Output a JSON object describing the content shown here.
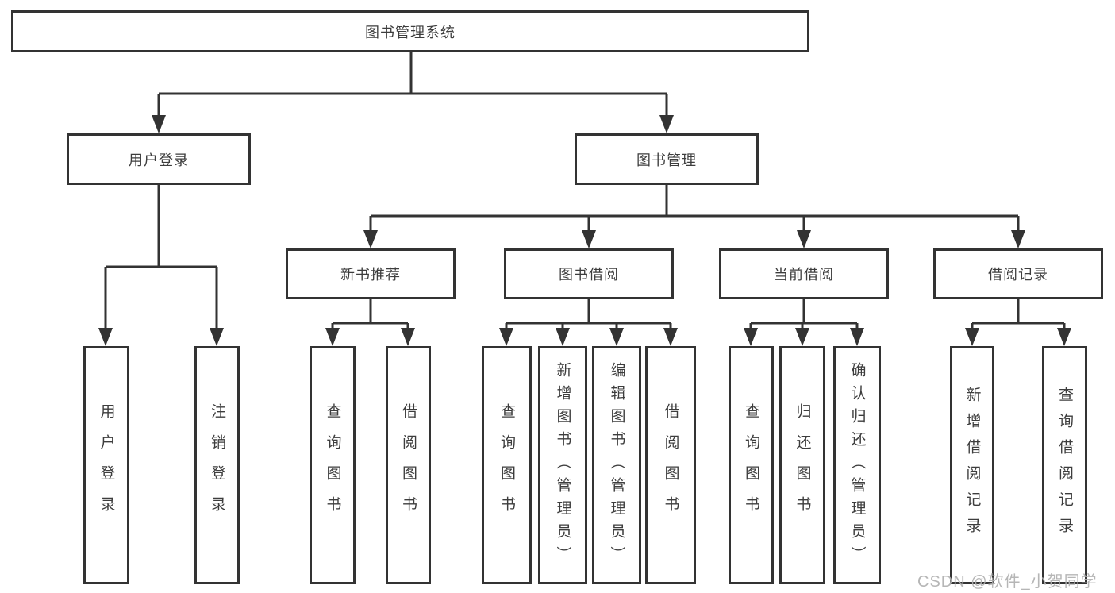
{
  "diagram_type": "hierarchy-tree",
  "colors": {
    "line": "#333333",
    "box_border": "#333333",
    "box_background": "#ffffff",
    "text": "#3d3d3d",
    "watermark_text": "#b0b0b0"
  },
  "tree": {
    "label": "图书管理系统",
    "children": [
      {
        "label": "用户登录",
        "children": [
          {
            "label": "用户登录"
          },
          {
            "label": "注销登录"
          }
        ]
      },
      {
        "label": "图书管理",
        "children": [
          {
            "label": "新书推荐",
            "children": [
              {
                "label": "查询图书"
              },
              {
                "label": "借阅图书"
              }
            ]
          },
          {
            "label": "图书借阅",
            "children": [
              {
                "label": "查询图书"
              },
              {
                "label": "新增图书（管理员）"
              },
              {
                "label": "编辑图书（管理员）"
              },
              {
                "label": "借阅图书"
              }
            ]
          },
          {
            "label": "当前借阅",
            "children": [
              {
                "label": "查询图书"
              },
              {
                "label": "归还图书"
              },
              {
                "label": "确认归还（管理员）"
              }
            ]
          },
          {
            "label": "借阅记录",
            "children": [
              {
                "label": "新增借阅记录"
              },
              {
                "label": "查询借阅记录"
              }
            ]
          }
        ]
      }
    ]
  },
  "watermark": "CSDN @软件_小贺同学"
}
